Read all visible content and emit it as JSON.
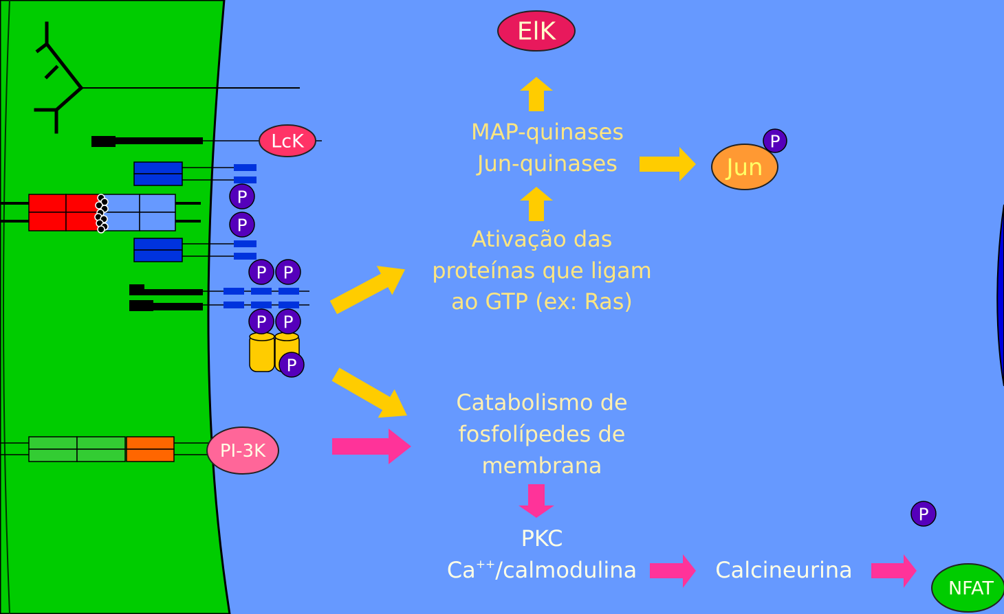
{
  "colors": {
    "cytoplasm": "#6699FF",
    "cell_membrane_region": "#00CC00",
    "right_cell": "#0000DD",
    "yellow_arrow": "#FFCC00",
    "pink_arrow": "#FF3399",
    "phospho_circle": "#5500BB",
    "elk_ellipse": "#E8195C",
    "lck_ellipse": "#FF3366",
    "pi3k_ellipse": "#FF6699",
    "jun_ellipse": "#FF9933",
    "nfat_ellipse": "#00CC00",
    "yellow_text": "#FFE680",
    "light_text": "#FFFFE6"
  },
  "labels": {
    "elk": "ElK",
    "map_kinases": "MAP-quinases",
    "jun_kinases": "Jun-quinases",
    "jun": "Jun",
    "lck": "LcK",
    "phospho": "P",
    "gtp_line1": "Ativação das",
    "gtp_line2": "proteínas que ligam",
    "gtp_line3": "ao GTP (ex: Ras)",
    "phospholipid_line1": "Catabolismo de",
    "phospholipid_line2": "fosfolípedes de",
    "phospholipid_line3": "membrana",
    "pi3k": "PI-3K",
    "pkc": "PKC",
    "calcium_base": "Ca",
    "calcium_charge": "++",
    "calmodulin": "/calmodulina",
    "calcineurin": "Calcineurina",
    "nfat": "NFAT"
  }
}
